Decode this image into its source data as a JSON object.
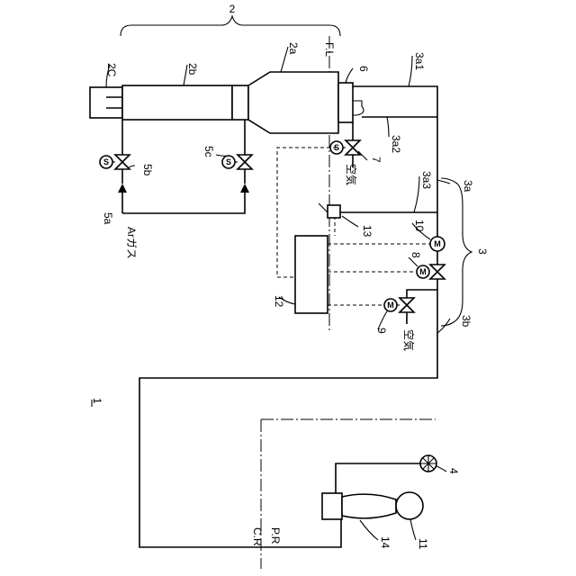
{
  "labels": {
    "system": "1",
    "apparatus": "2",
    "vessel": "2a",
    "stack": "2b",
    "top_unit": "2C",
    "line_group": "3",
    "line_a": "3a",
    "line_a1": "3a1",
    "line_a2": "3a2",
    "line_a3": "3a3",
    "line_b": "3b",
    "blower": "4",
    "gas_feed": "5a",
    "valve_5b": "5b",
    "valve_5c": "5c",
    "part_6": "6",
    "part_7": "7",
    "motor_valve_8": "8",
    "motor_valve_9": "9",
    "motor_10": "10",
    "tank": "11",
    "controller": "12",
    "sensor": "13",
    "tank_head": "14",
    "floor_line": "F.L",
    "room_cr": "C.R",
    "room_pr": "P.R",
    "gas_name": "Arガス",
    "air_1": "空気",
    "air_2": "空気"
  },
  "symbols": {
    "solenoid": "S",
    "motor": "M"
  }
}
